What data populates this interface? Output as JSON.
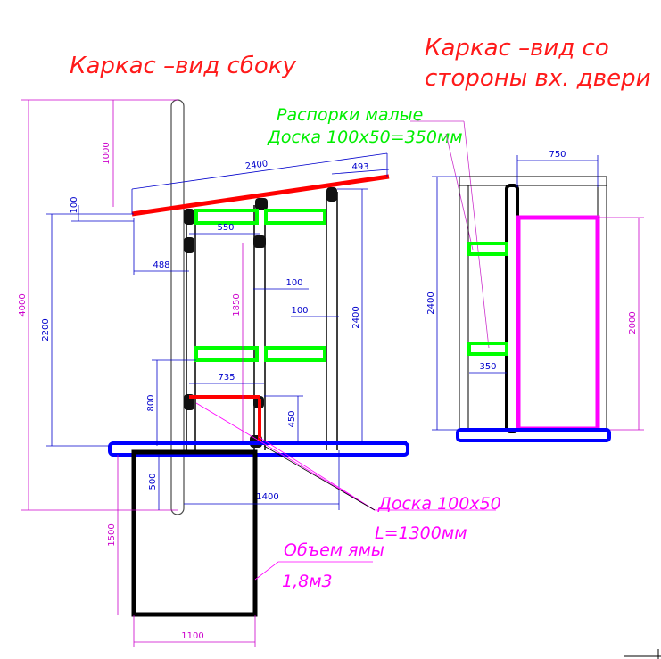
{
  "titles": {
    "side_view": "Каркас –вид сбоку",
    "door_view_line1": "Каркас –вид со",
    "door_view_line2": "стороны вх. двери"
  },
  "callouts": {
    "spacers_line1": "Распорки малые",
    "spacers_line2": "Доска 100х50=350мм",
    "board_line1": "Доска 100х50",
    "board_line2": "L=1300мм",
    "pit_line1": "Объем ямы",
    "pit_line2": "1,8м3"
  },
  "dimensions": {
    "d1000": "1000",
    "d2400_top": "2400",
    "d493": "493",
    "d100_top": "100",
    "d550": "550",
    "d488": "488",
    "d4000": "4000",
    "d2200": "2200",
    "d1850": "1850",
    "d100_a": "100",
    "d100_b": "100",
    "d2400_right": "2400",
    "d735": "735",
    "d800": "800",
    "d450": "450",
    "d500": "500",
    "d1400": "1400",
    "d1500": "1500",
    "d1100": "1100",
    "d750": "750",
    "d2400_door": "2400",
    "d2000": "2000",
    "d350": "350"
  },
  "colors": {
    "title": "#ff1a1a",
    "dimension": "#0000cc",
    "dimension_magenta": "#cc00cc",
    "dimension_alt": "#cc33cc",
    "frame": "#000000",
    "roof": "#ff0000",
    "spacer": "#00ff00",
    "base": "#0000ff",
    "door": "#ff00ff",
    "callout_green": "#00ee00",
    "callout_magenta": "#ff00ff"
  }
}
